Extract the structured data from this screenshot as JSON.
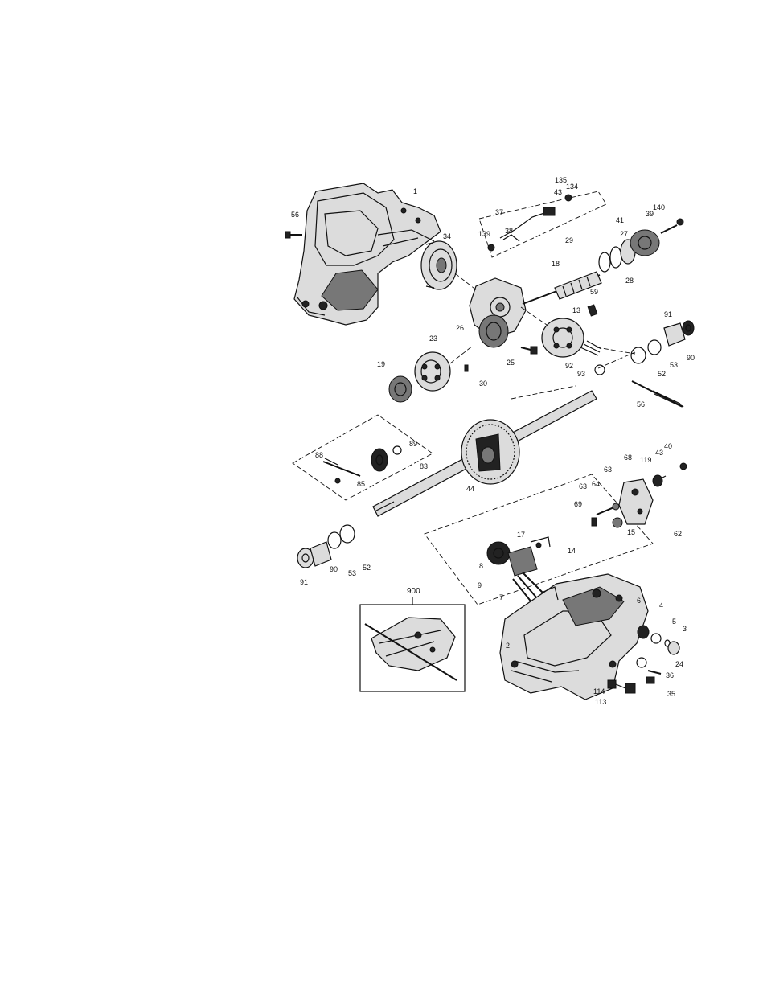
{
  "diagram": {
    "part_numbers": [
      "1",
      "56",
      "34",
      "37",
      "43",
      "134",
      "135",
      "38",
      "139",
      "29",
      "27",
      "41",
      "39",
      "140",
      "18",
      "28",
      "26",
      "59",
      "13",
      "23",
      "19",
      "25",
      "30",
      "92",
      "93",
      "91",
      "90",
      "53",
      "52",
      "56",
      "89",
      "88",
      "85",
      "83",
      "44",
      "68",
      "119",
      "43",
      "40",
      "63",
      "64",
      "63",
      "69",
      "15",
      "62",
      "17",
      "14",
      "8",
      "9",
      "7",
      "2",
      "6",
      "4",
      "5",
      "3",
      "24",
      "36",
      "35",
      "114",
      "113",
      "91",
      "90",
      "53",
      "52"
    ],
    "inset_label": "900"
  }
}
